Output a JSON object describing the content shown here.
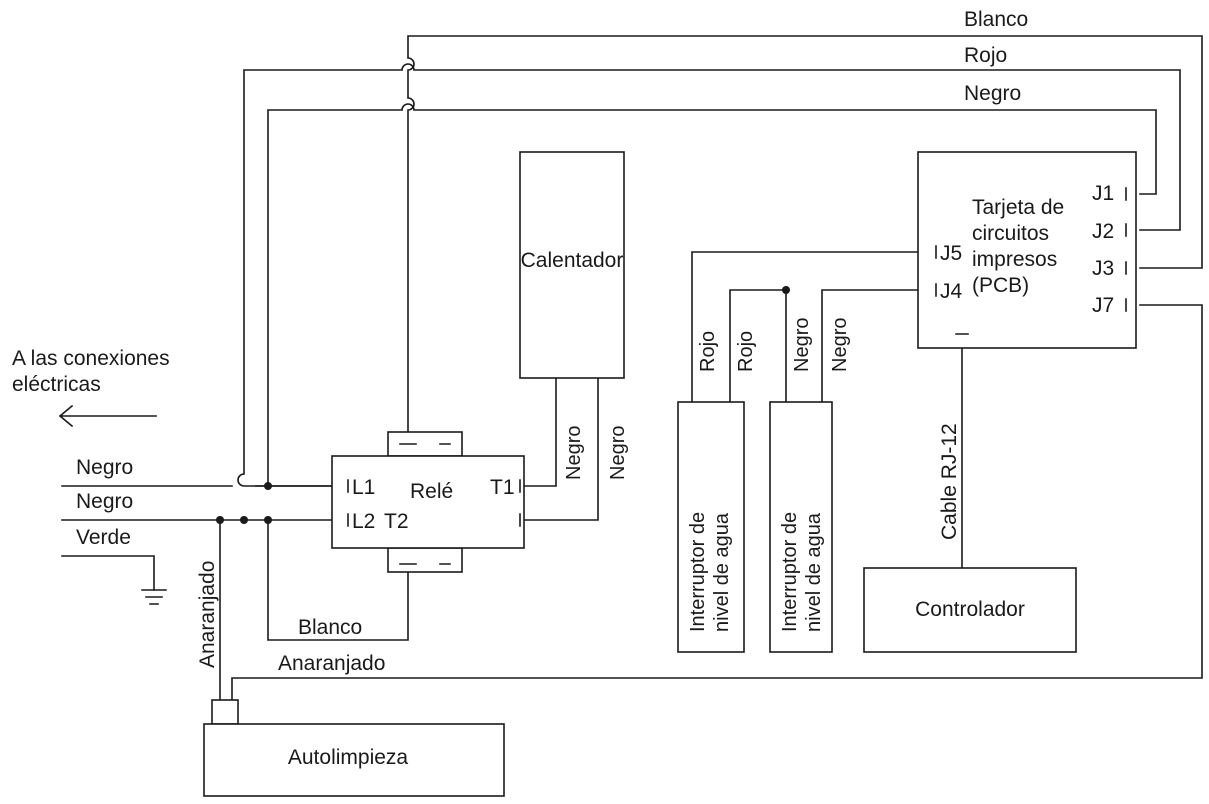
{
  "colors": {
    "line": "#1a1a1a",
    "background": "#ffffff"
  },
  "components": {
    "heater": "Calentador",
    "relay": "Relé",
    "pcb_line1": "Tarjeta de",
    "pcb_line2": "circuitos",
    "pcb_line3": "impresos",
    "pcb_line4": "(PCB)",
    "water_switch_line1": "Interruptor de",
    "water_switch_line2": "nivel de agua",
    "controller": "Controlador",
    "self_clean": "Autolimpieza"
  },
  "terminals": {
    "j1": "J1",
    "j2": "J2",
    "j3": "J3",
    "j4": "J4",
    "j5": "J5",
    "j7": "J7",
    "l1": "L1",
    "l2": "L2",
    "t1": "T1",
    "t2": "T2"
  },
  "wire_labels": {
    "white": "Blanco",
    "red": "Rojo",
    "black": "Negro",
    "green": "Verde",
    "orange": "Anaranjado",
    "rj12": "Cable RJ-12"
  },
  "notes": {
    "connections_line1": "A las conexiones",
    "connections_line2": "eléctricas"
  }
}
